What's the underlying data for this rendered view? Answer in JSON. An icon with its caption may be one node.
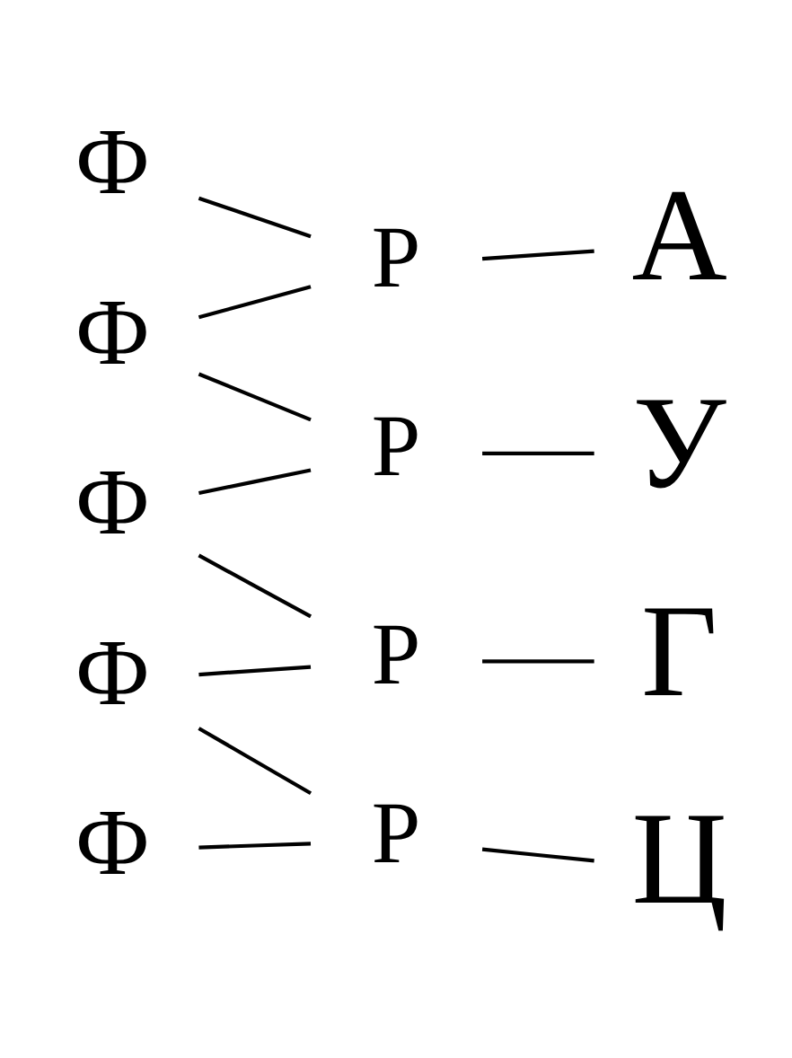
{
  "diagram": {
    "nodes": [
      {
        "text": [
          "Ф"
        ]
      },
      {
        "text": [
          "Р"
        ]
      },
      {
        "text": [
          "А"
        ]
      },
      {
        "text": [
          "Ф"
        ]
      },
      {
        "text": [
          "Р"
        ]
      },
      {
        "text": [
          "У"
        ]
      },
      {
        "text": [
          "Ф"
        ]
      },
      {
        "text": [
          "Р"
        ]
      },
      {
        "text": [
          "Г"
        ]
      },
      {
        "text": [
          "Ф"
        ]
      },
      {
        "text": [
          "Р"
        ]
      },
      {
        "text": [
          "Ц"
        ]
      },
      {
        "text": [
          "Ф"
        ]
      }
    ],
    "edges": [
      {
        "from": 0,
        "to": 1,
        "arrow": "none"
      },
      {
        "from": 1,
        "to": 2,
        "arrow": "none"
      },
      {
        "from": 1,
        "to": 3,
        "arrow": "none"
      },
      {
        "from": 3,
        "to": 4,
        "arrow": "none"
      },
      {
        "from": 4,
        "to": 5,
        "arrow": "none"
      },
      {
        "from": 4,
        "to": 6,
        "arrow": "none"
      },
      {
        "from": 6,
        "to": 7,
        "arrow": "none"
      },
      {
        "from": 7,
        "to": 8,
        "arrow": "none"
      },
      {
        "from": 7,
        "to": 9,
        "arrow": "none"
      },
      {
        "from": 9,
        "to": 10,
        "arrow": "none"
      },
      {
        "from": 10,
        "to": 11,
        "arrow": "none"
      },
      {
        "from": 10,
        "to": 12,
        "arrow": "none"
      }
    ]
  }
}
